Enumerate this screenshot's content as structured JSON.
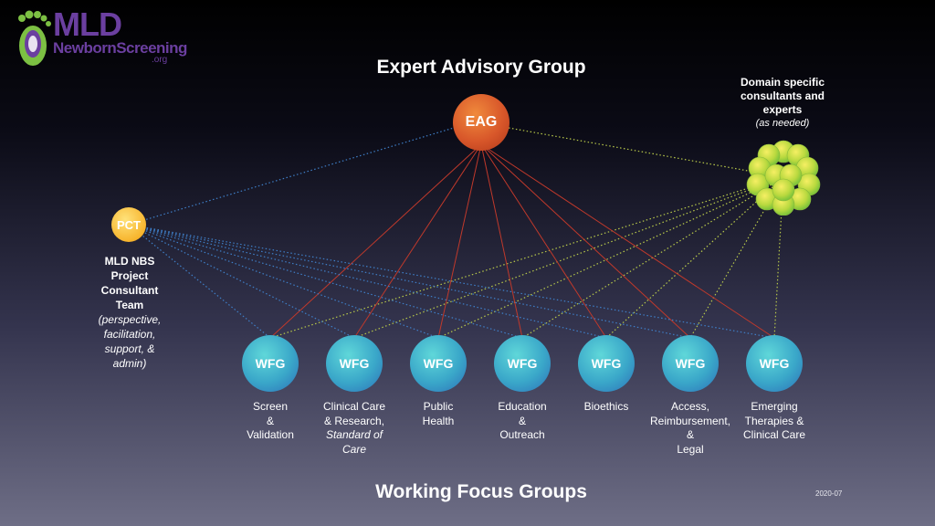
{
  "logo": {
    "line1": "MLD",
    "line2": "NewbornScreening",
    "line3": ".org",
    "icon": "footprint-icon"
  },
  "titles": {
    "top": "Expert Advisory Group",
    "bottom": "Working Focus Groups"
  },
  "nodes": {
    "eag": "EAG",
    "pct": "PCT",
    "pct_label": {
      "name_lines": [
        "MLD NBS",
        "Project",
        "Consultant",
        "Team"
      ],
      "desc_lines": [
        "(perspective,",
        "facilitation,",
        "support, &",
        "admin)"
      ]
    },
    "domain": {
      "label_lines": [
        "Domain specific",
        "consultants and",
        "experts"
      ],
      "sub": "(as needed)"
    }
  },
  "wfgs": [
    {
      "label": "WFG",
      "lines": [
        {
          "t": "Screen"
        },
        {
          "t": "&"
        },
        {
          "t": "Validation"
        }
      ]
    },
    {
      "label": "WFG",
      "lines": [
        {
          "t": "Clinical Care"
        },
        {
          "t": "& Research,"
        },
        {
          "t": "Standard of",
          "i": true
        },
        {
          "t": "Care",
          "i": true
        }
      ]
    },
    {
      "label": "WFG",
      "lines": [
        {
          "t": "Public"
        },
        {
          "t": "Health"
        }
      ]
    },
    {
      "label": "WFG",
      "lines": [
        {
          "t": "Education"
        },
        {
          "t": "&"
        },
        {
          "t": "Outreach"
        }
      ]
    },
    {
      "label": "WFG",
      "lines": [
        {
          "t": "Bioethics"
        }
      ]
    },
    {
      "label": "WFG",
      "lines": [
        {
          "t": "Access,"
        },
        {
          "t": "Reimbursement,"
        },
        {
          "t": "&"
        },
        {
          "t": "Legal"
        }
      ]
    },
    {
      "label": "WFG",
      "lines": [
        {
          "t": "Emerging"
        },
        {
          "t": "Therapies &"
        },
        {
          "t": "Clinical Care"
        }
      ]
    }
  ],
  "date": "2020-07",
  "colors": {
    "eag_link": "#c0392b",
    "pct_link": "#3f7fc8",
    "domain_link": "#b8c94a",
    "brand": "#6b3fa0"
  }
}
